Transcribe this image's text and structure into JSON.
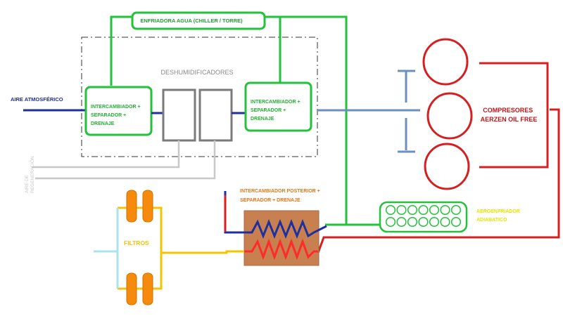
{
  "labels": {
    "chiller": "ENFRIADORA AGUA (CHILLER / TORRE)",
    "dehumidifiers": "DESHUMIDIFICADORES",
    "air_intake": "AIRE ATMOSFÉRICO",
    "hx_left": [
      "INTERCAMBIADOR +",
      "SEPARADOR +",
      "DRENAJE"
    ],
    "hx_right": [
      "INTERCAMBIADOR +",
      "SEPARADOR +",
      "DRENAJE"
    ],
    "regen_air": [
      "AIRE DE",
      "REGENERACIÓN"
    ],
    "compressors": [
      "COMPRESORES",
      "AERZEN OIL FREE"
    ],
    "aftercooler": [
      "INTERCAMBIADOR POSTERIOR +",
      "SEPARADOR + DRENAJE"
    ],
    "adiabatic_cooler": [
      "AEROENFRIADOR",
      "ADIABATICO"
    ],
    "filters": "FILTROS"
  },
  "colors": {
    "air_line": "#1e2fa0",
    "water_line": "#22c23a",
    "regen_line": "#c8c8c8",
    "compressor": "#d42020",
    "compressor_text": "#c0161d",
    "filter_line": "#f5c400",
    "filter_body": "#f58a0c",
    "filter_inlet": "#a8e3ef",
    "aftercooler_text": "#e07818",
    "aftercooler_body": "#c98050",
    "adiabatic_text": "#e6e600",
    "air_out_line": "#6b8fc0",
    "dashed_box": "#333333",
    "grey_box": "#7a7a7a",
    "dehum_text": "#8a8a8a"
  }
}
